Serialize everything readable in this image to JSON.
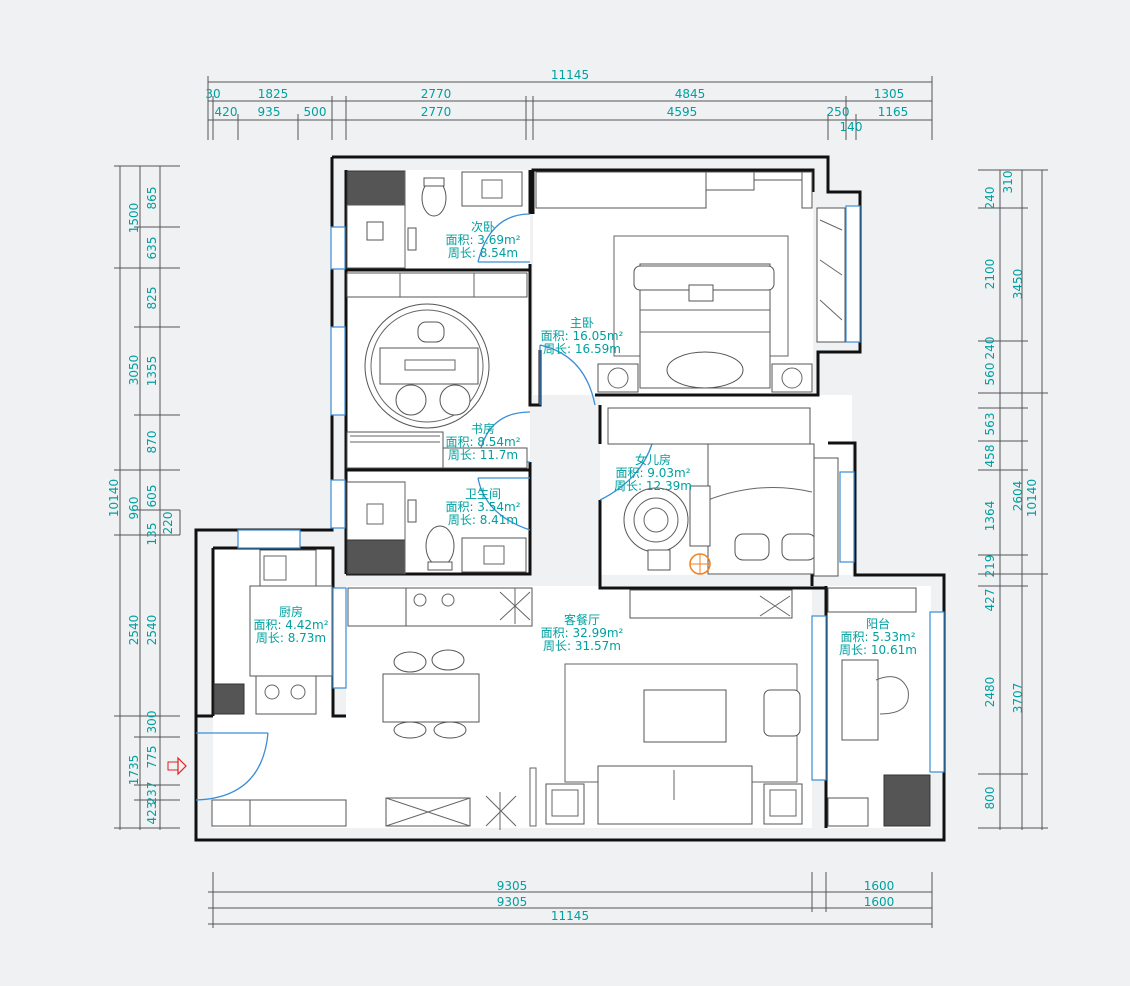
{
  "dimensions": {
    "top": {
      "total": "11145",
      "row1": [
        "30",
        "1825",
        "2770",
        "4845",
        "1305"
      ],
      "row2": [
        "420",
        "935",
        "500",
        "2770",
        "4595",
        "250",
        "1165"
      ],
      "row2_sub": "140"
    },
    "bottom": {
      "row1": [
        "9305",
        "1600"
      ],
      "row2": [
        "9305",
        "1600"
      ],
      "total": "11145"
    },
    "left": {
      "total": "10140",
      "outer": [
        "1500",
        "3050",
        "960",
        "2540",
        "1735"
      ],
      "mid": [
        "865",
        "635",
        "825",
        "1355",
        "870",
        "605",
        "135",
        "2540",
        "300",
        "775",
        "237",
        "423"
      ],
      "inner": [
        "220"
      ]
    },
    "right": {
      "total": "10140",
      "outer": [
        "310",
        "3450",
        "2604",
        "3707"
      ],
      "inner": [
        "240",
        "2100",
        "240",
        "560",
        "563",
        "458",
        "1364",
        "219",
        "427",
        "2480",
        "800"
      ]
    }
  },
  "rooms": [
    {
      "id": "secondary-bedroom",
      "name": "次卧",
      "area": "面积: 3.69m²",
      "perimeter": "周长: 8.54m"
    },
    {
      "id": "master-bedroom",
      "name": "主卧",
      "area": "面积: 16.05m²",
      "perimeter": "周长: 16.59m"
    },
    {
      "id": "study",
      "name": "书房",
      "area": "面积: 8.54m²",
      "perimeter": "周长: 11.7m"
    },
    {
      "id": "daughter-room",
      "name": "女儿房",
      "area": "面积: 9.03m²",
      "perimeter": "周长: 12.39m"
    },
    {
      "id": "bathroom",
      "name": "卫生间",
      "area": "面积: 3.54m²",
      "perimeter": "周长: 8.41m"
    },
    {
      "id": "kitchen",
      "name": "厨房",
      "area": "面积: 4.42m²",
      "perimeter": "周长: 8.73m"
    },
    {
      "id": "living-dining",
      "name": "客餐厅",
      "area": "面积: 32.99m²",
      "perimeter": "周长: 31.57m"
    },
    {
      "id": "balcony",
      "name": "阳台",
      "area": "面积: 5.33m²",
      "perimeter": "周长: 10.61m"
    }
  ],
  "icons": {
    "entrance": "entrance-arrow-icon"
  },
  "colors": {
    "dimension_text": "#00a0a0",
    "window": "#3a8dd8",
    "wall": "#111111",
    "entrance_arrow": "#e02020",
    "circle_marker": "#f08020"
  }
}
